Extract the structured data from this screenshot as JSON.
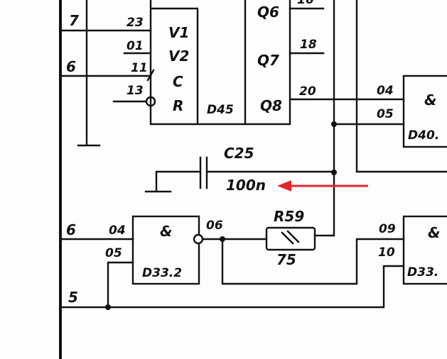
{
  "title": "Circuit schematic fragment",
  "left_bus_labels": {
    "net7": "7",
    "net6_top": "6",
    "net6_bottom": "6",
    "net5": "5"
  },
  "d45": {
    "name": "D45",
    "pins_in": {
      "v1": "23",
      "v2": "01",
      "c": "11",
      "r": "13"
    },
    "inputs": [
      "V1",
      "V2",
      "C",
      "R"
    ],
    "outputs": [
      "Q6",
      "Q7",
      "Q8"
    ],
    "pins_out": {
      "q6": "16",
      "q7": "18",
      "q8": "20"
    }
  },
  "d40": {
    "name": "D40.",
    "symbol": "&",
    "pins": [
      "04",
      "05"
    ]
  },
  "d33_2": {
    "name": "D33.2",
    "symbol": "&",
    "pins": [
      "04",
      "05"
    ],
    "out_pin": "06"
  },
  "d33_right": {
    "name": "D33.",
    "symbol": "&",
    "pins": [
      "09",
      "10"
    ]
  },
  "c25": {
    "name": "C25",
    "value": "100n"
  },
  "r59": {
    "name": "R59",
    "value": "75",
    "mark": "\\\\"
  },
  "annotation": {
    "arrow_color": "#e0262b"
  }
}
